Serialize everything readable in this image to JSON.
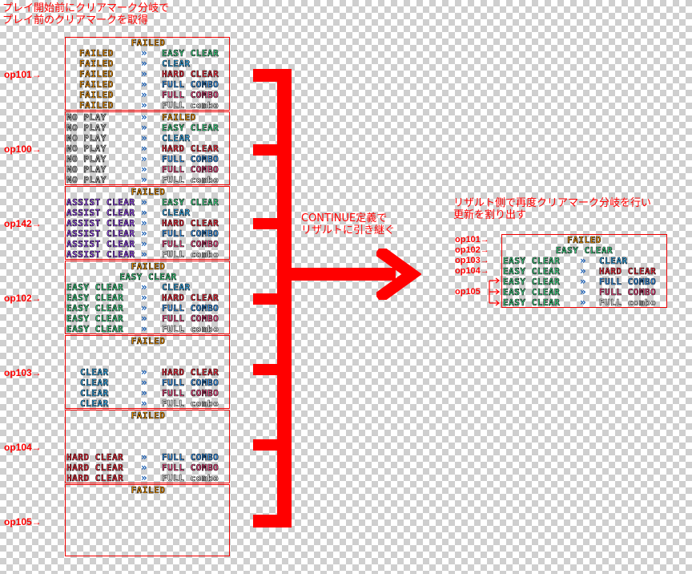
{
  "left_title": "プレイ開始前にクリアマーク分岐で\nプレイ前のクリアマークを取得",
  "right_title": "リザルト側で再度クリアマーク分岐を行い\n更新を割り出す",
  "continue_text": "CONTINUE定義で\nリザルトに引き継ぐ",
  "op_labels": [
    "op101→",
    "op100→",
    "op142→",
    "op102→",
    "op103→",
    "op104→",
    "op105→"
  ],
  "right_op_labels": [
    "op101→",
    "op102→",
    "op103→",
    "op104→",
    "op105"
  ],
  "marks": {
    "failed": "FAILED",
    "noplay": "NO PLAY",
    "assist": "ASSIST CLEAR",
    "easy": "EASY CLEAR",
    "clear": "CLEAR",
    "hard": "HARD CLEAR",
    "fullcombo": "FULL COMBO",
    "fullcombo_lower": "FULL combo"
  },
  "colors": {
    "accent": "#ff0000",
    "arrow_glyph": "#1a5fb4"
  }
}
